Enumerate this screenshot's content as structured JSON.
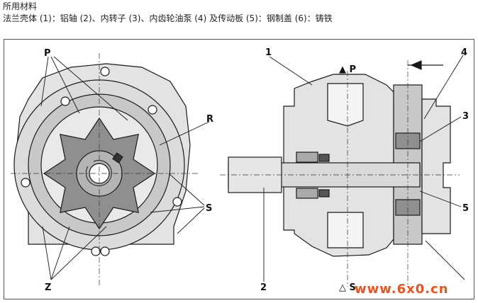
{
  "caption": {
    "line1": "所用材料",
    "line2": "法兰壳体 (1)：铝轴 (2)、内转子 (3)、内齿轮油泵 (4) 及传动板 (5)：钢制盖 (6)：铸铁"
  },
  "labels": {
    "P_left": "P",
    "R": "R",
    "S": "S",
    "Z": "Z",
    "n1": "1",
    "n2": "2",
    "n3": "3",
    "n4": "4",
    "n5": "5",
    "P_top": "▲ P",
    "S_bottom": "△ S"
  },
  "watermark": "www.6x0.cn",
  "colors": {
    "housing": "#e3e3e3",
    "ring": "#c8c8c8",
    "rotor": "#8f8f8f",
    "line": "#1a1a1a",
    "watermark": "#e8541c"
  }
}
